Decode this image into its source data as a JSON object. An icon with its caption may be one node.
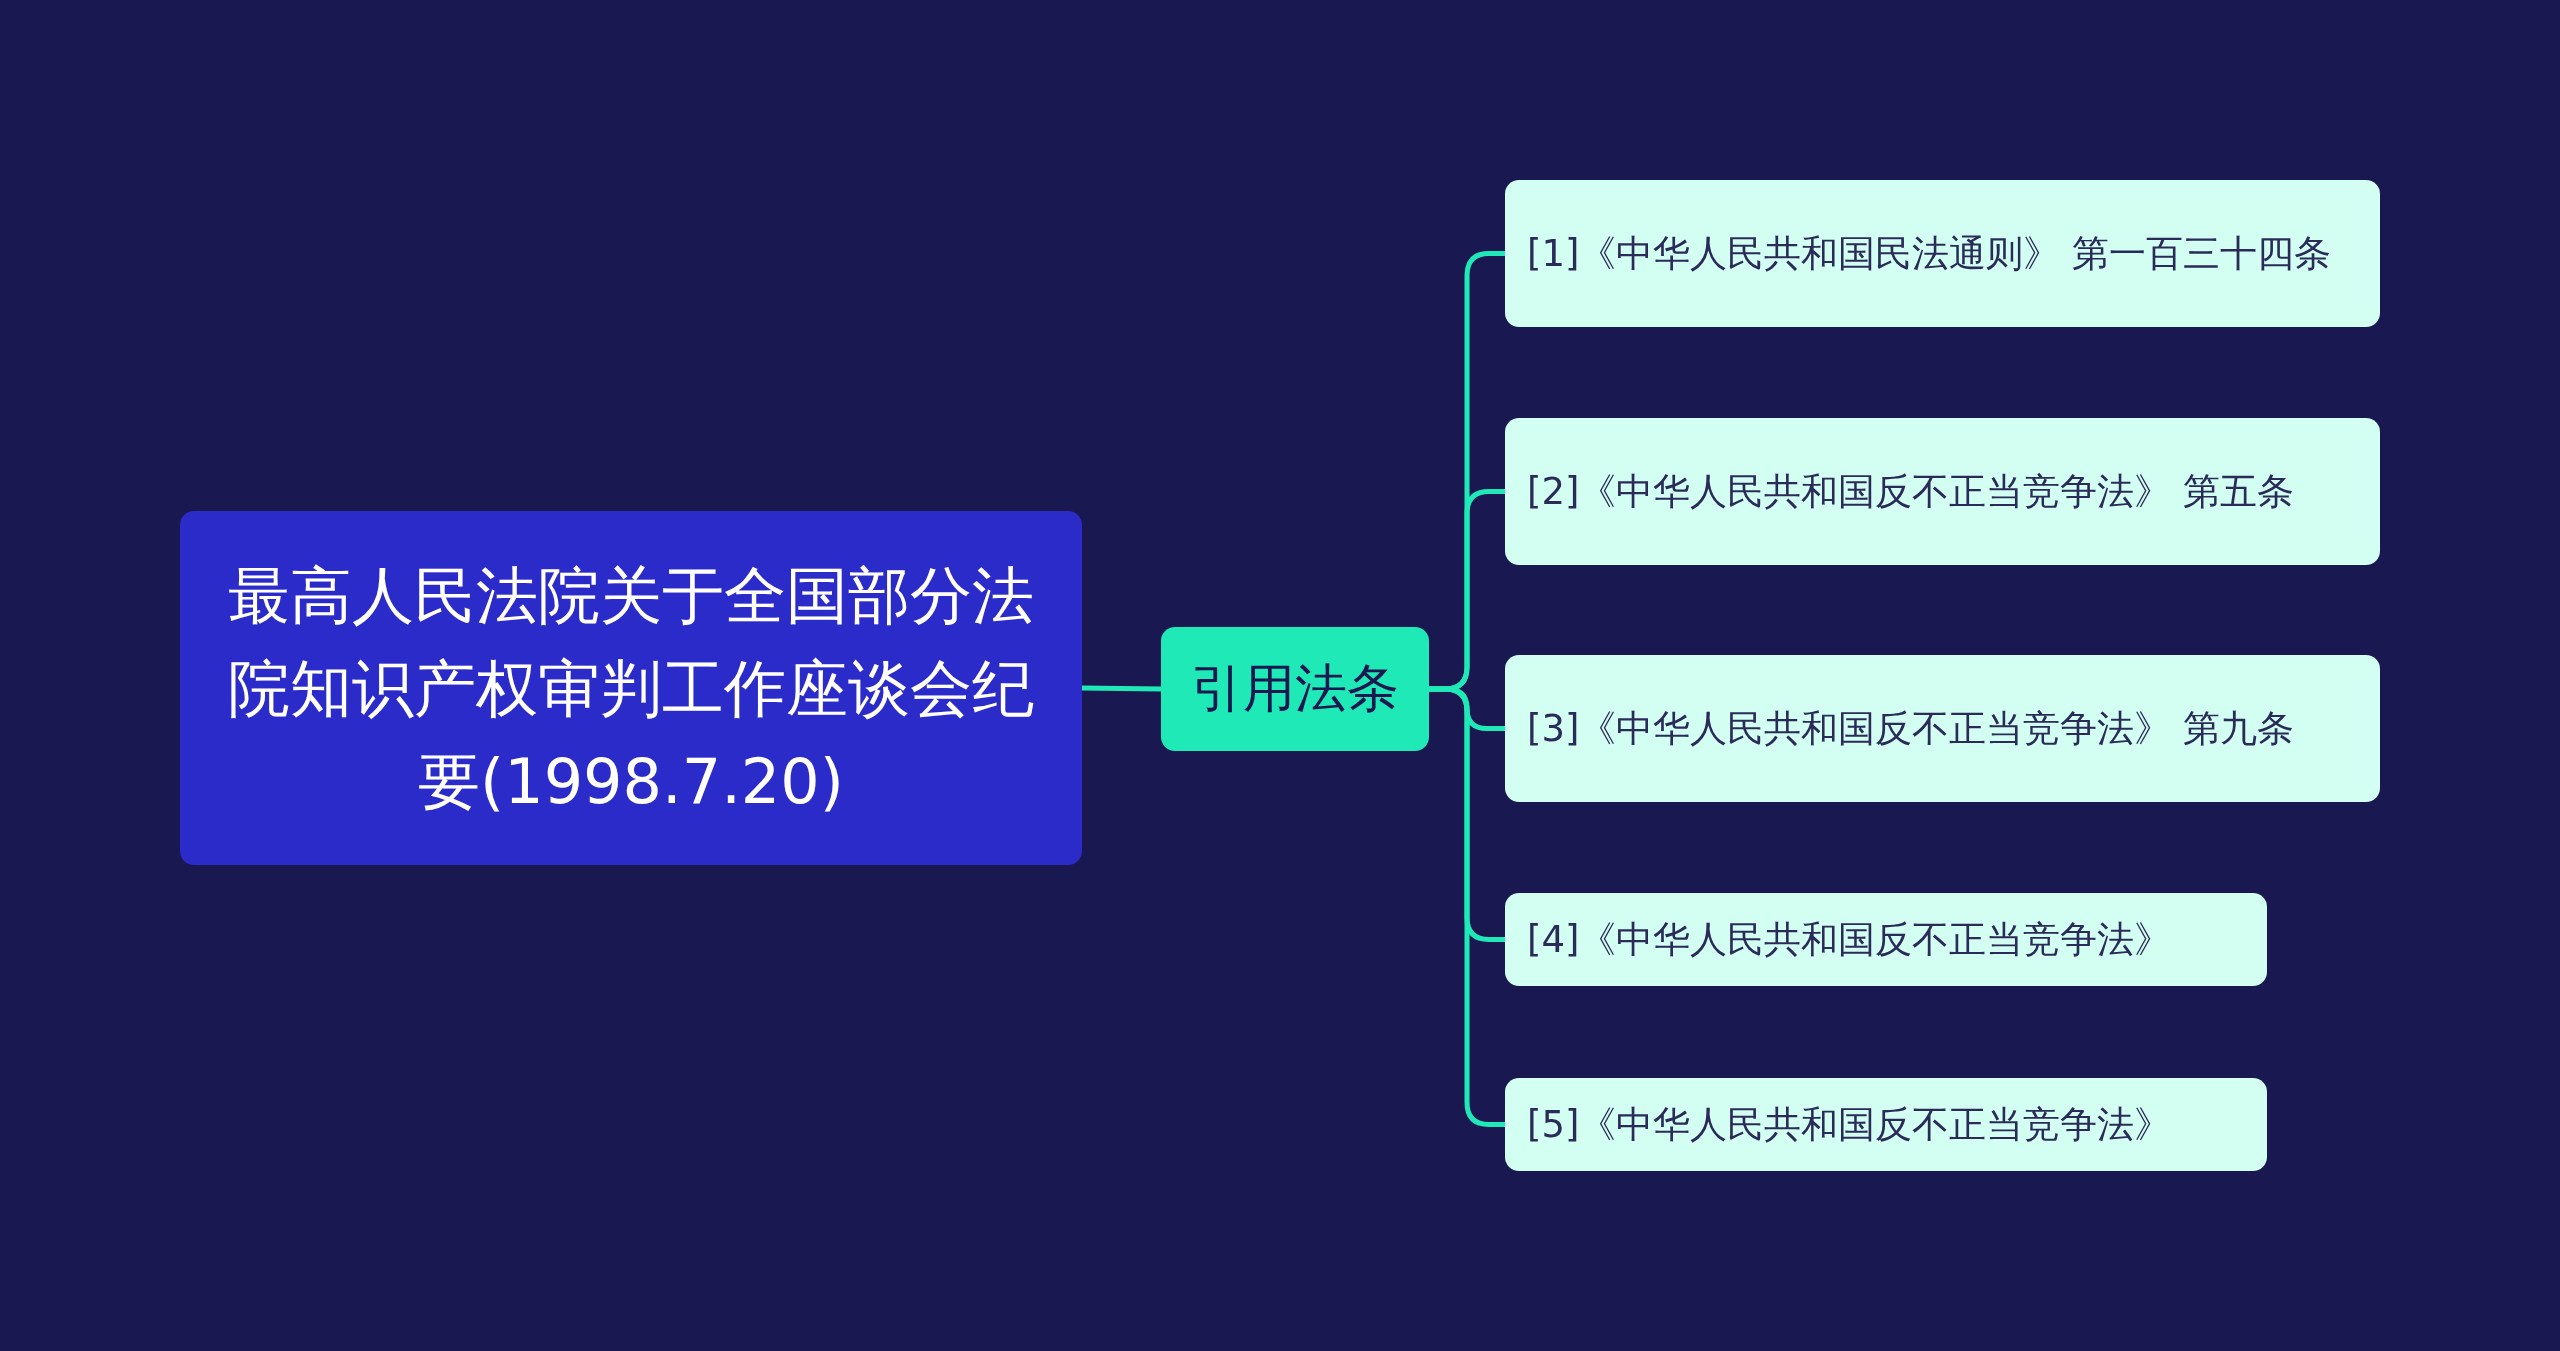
{
  "diagram": {
    "nodes": [
      {
        "text": [
          "最高人民法院关于全国部分法院知识产权审判工作座谈会纪要(1998.7.20)"
        ]
      },
      {
        "text": [
          "引用法条"
        ]
      },
      {
        "text": [
          "[1]《中华人民共和国民法通则》 第一百三十四条"
        ]
      },
      {
        "text": [
          "[2]《中华人民共和国反不正当竞争法》 第五条"
        ]
      },
      {
        "text": [
          "[3]《中华人民共和国反不正当竞争法》 第九条"
        ]
      },
      {
        "text": [
          "[4]《中华人民共和国反不正当竞争法》"
        ]
      },
      {
        "text": [
          "[5]《中华人民共和国反不正当竞争法》"
        ]
      }
    ],
    "edges": [
      {
        "from": 0,
        "to": 1,
        "arrow": "none"
      },
      {
        "from": 1,
        "to": 2,
        "arrow": "none"
      },
      {
        "from": 1,
        "to": 3,
        "arrow": "none"
      },
      {
        "from": 1,
        "to": 4,
        "arrow": "none"
      },
      {
        "from": 1,
        "to": 5,
        "arrow": "none"
      },
      {
        "from": 1,
        "to": 6,
        "arrow": "none"
      }
    ]
  }
}
